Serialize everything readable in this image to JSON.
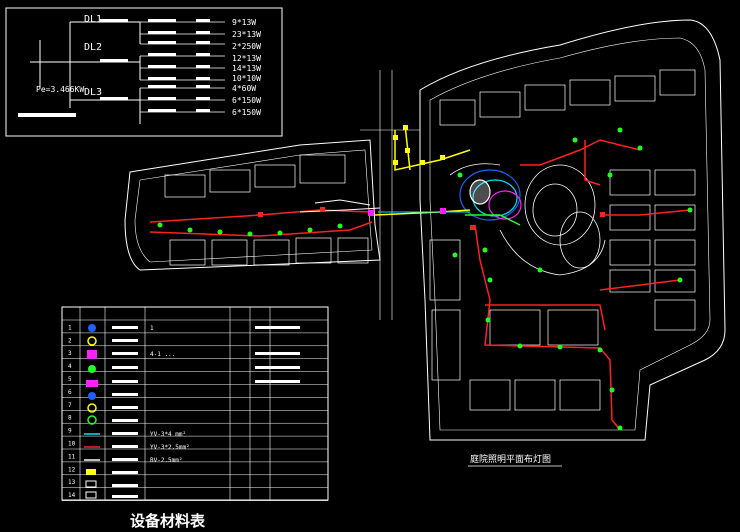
{
  "schematic": {
    "circuits": [
      {
        "id": "DL1",
        "loads": [
          "9*13W",
          "23*13W",
          "2*250W"
        ]
      },
      {
        "id": "DL2",
        "loads": [
          "12*13W",
          "14*13W",
          "10*10W"
        ]
      },
      {
        "id": "DL3",
        "loads": [
          "4*60W",
          "6*150W",
          "6*150W"
        ]
      }
    ],
    "total_power": "Pe=3.466KW"
  },
  "plan_title": "庭院照明平面布灯图",
  "legend": {
    "rows": [
      "1",
      "2",
      "3",
      "4",
      "5",
      "6",
      "7",
      "8",
      "9",
      "10",
      "11",
      "12",
      "13",
      "14"
    ],
    "specs": {
      "row1": "1",
      "row3": "4-1 ...",
      "row9": "YV-3*4 mm²",
      "row10": "YV-3*2.5mm²",
      "row11": "BV-2.5mm²"
    },
    "title": "设备材料表"
  },
  "colors": {
    "background": "#000000",
    "outline": "#ffffff",
    "route_red": "#ff2020",
    "route_yellow": "#ffff00",
    "route_green": "#20ff20",
    "route_blue": "#2060ff",
    "route_cyan": "#00e0ff",
    "magenta": "#ff20ff"
  }
}
